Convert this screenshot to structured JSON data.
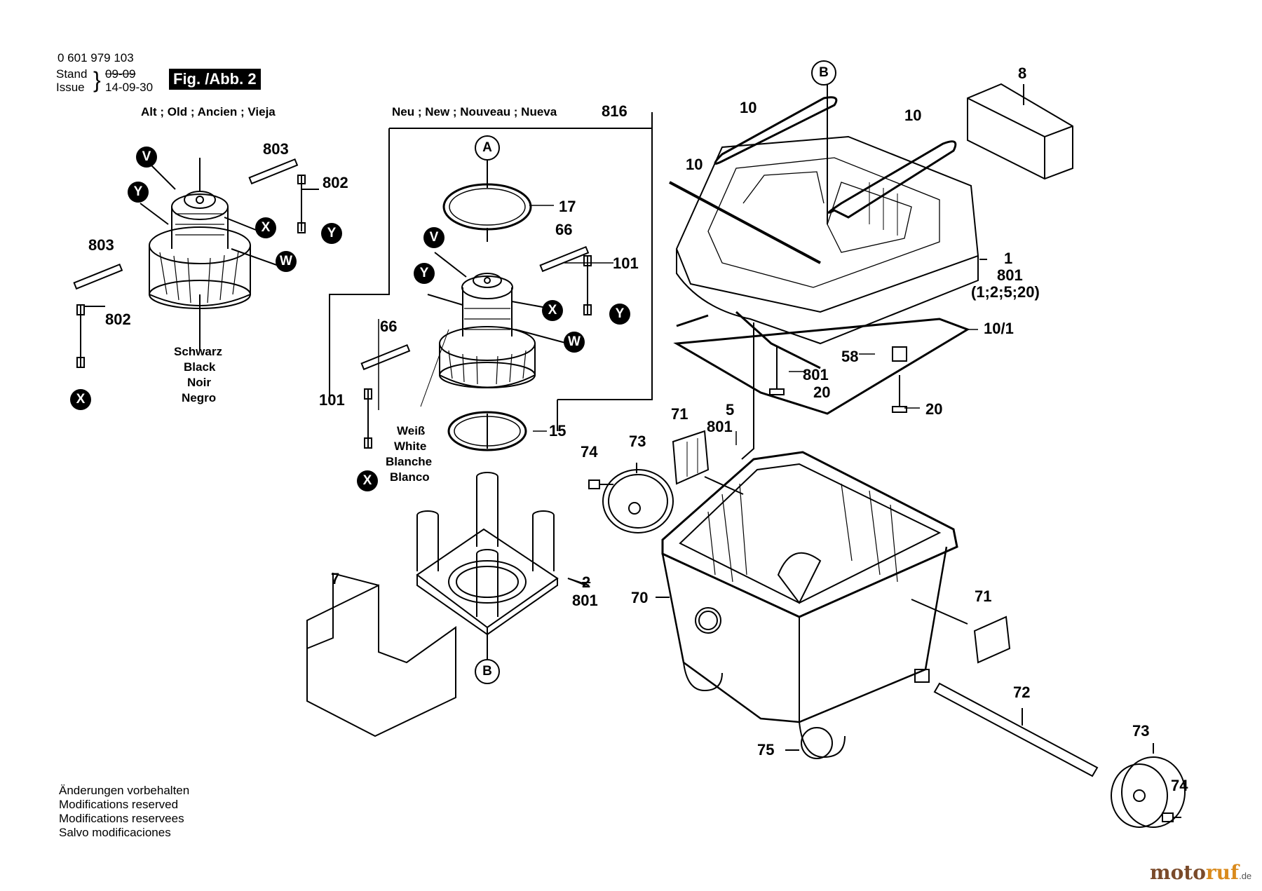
{
  "header": {
    "part_number": "0 601 979 103",
    "stand_label": "Stand",
    "issue_label": "Issue",
    "stand_old": "09-09",
    "issue_date": "14-09-30",
    "fig_label": "Fig. /Abb. 2"
  },
  "sections": {
    "old": "Alt ; Old ; Ancien ; Vieja",
    "new": "Neu ; New ; Nouveau ; Nueva"
  },
  "wire_colors": {
    "black": [
      "Schwarz",
      "Black",
      "Noir",
      "Negro"
    ],
    "white": [
      "Weiß",
      "White",
      "Blanche",
      "Blanco"
    ]
  },
  "markers": {
    "A": "A",
    "B": "B",
    "V": "V",
    "Y": "Y",
    "X": "X",
    "W": "W"
  },
  "callouts": {
    "c816": "816",
    "c803": "803",
    "c802": "802",
    "c17": "17",
    "c66": "66",
    "c101": "101",
    "c15": "15",
    "c8": "8",
    "c10": "10",
    "c1": "1",
    "c801": "801",
    "c1_sub": "(1;2;5;20)",
    "c10_1": "10/1",
    "c58": "58",
    "c20": "20",
    "c5": "5",
    "c71": "71",
    "c74": "74",
    "c73": "73",
    "c7": "7",
    "c2": "2",
    "c70": "70",
    "c72": "72",
    "c75": "75"
  },
  "notes": [
    "Änderungen vorbehalten",
    "Modifications reserved",
    "Modifications reservees",
    "Salvo modificaciones"
  ],
  "watermark": {
    "text_a": "moto",
    "text_b": "ruf",
    "suffix": ".de"
  },
  "colors": {
    "ink": "#000000",
    "paper": "#ffffff",
    "logo_brown": "#7a4a2a",
    "logo_orange": "#d98a1c"
  }
}
